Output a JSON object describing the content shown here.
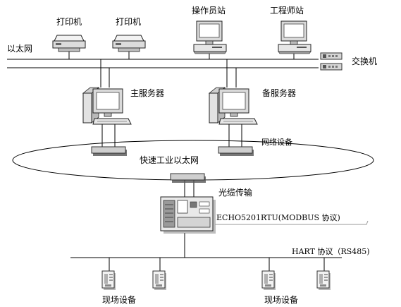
{
  "labels": {
    "printer_1": "打印机",
    "printer_2": "打印机",
    "operator_station": "操作员站",
    "engineer_station": "工程师站",
    "ethernet_top": "以太网",
    "switch": "交换机",
    "main_server": "主服务器",
    "backup_server": "备服务器",
    "network_equipment": "网络设备",
    "fast_industrial_ethernet": "快速工业以太网",
    "fiber_transmission": "光缆传输",
    "rtu": "ECHO5201RTU(MODBUS 协议)",
    "hart_protocol": "HART 协议（RS485)",
    "field_device_1": "现场设备",
    "field_device_2": "现场设备"
  },
  "icons": {
    "printer": "printer-icon",
    "workstation": "computer-icon",
    "server": "computer-tower-icon",
    "switch": "network-switch-icon",
    "network_module": "network-module-icon",
    "rtu": "rtu-cabinet-icon",
    "field_device": "field-device-icon"
  },
  "colors": {
    "line": "#000000",
    "device_fill": "#e8e8e8",
    "device_shadow": "#6b6b6b"
  }
}
